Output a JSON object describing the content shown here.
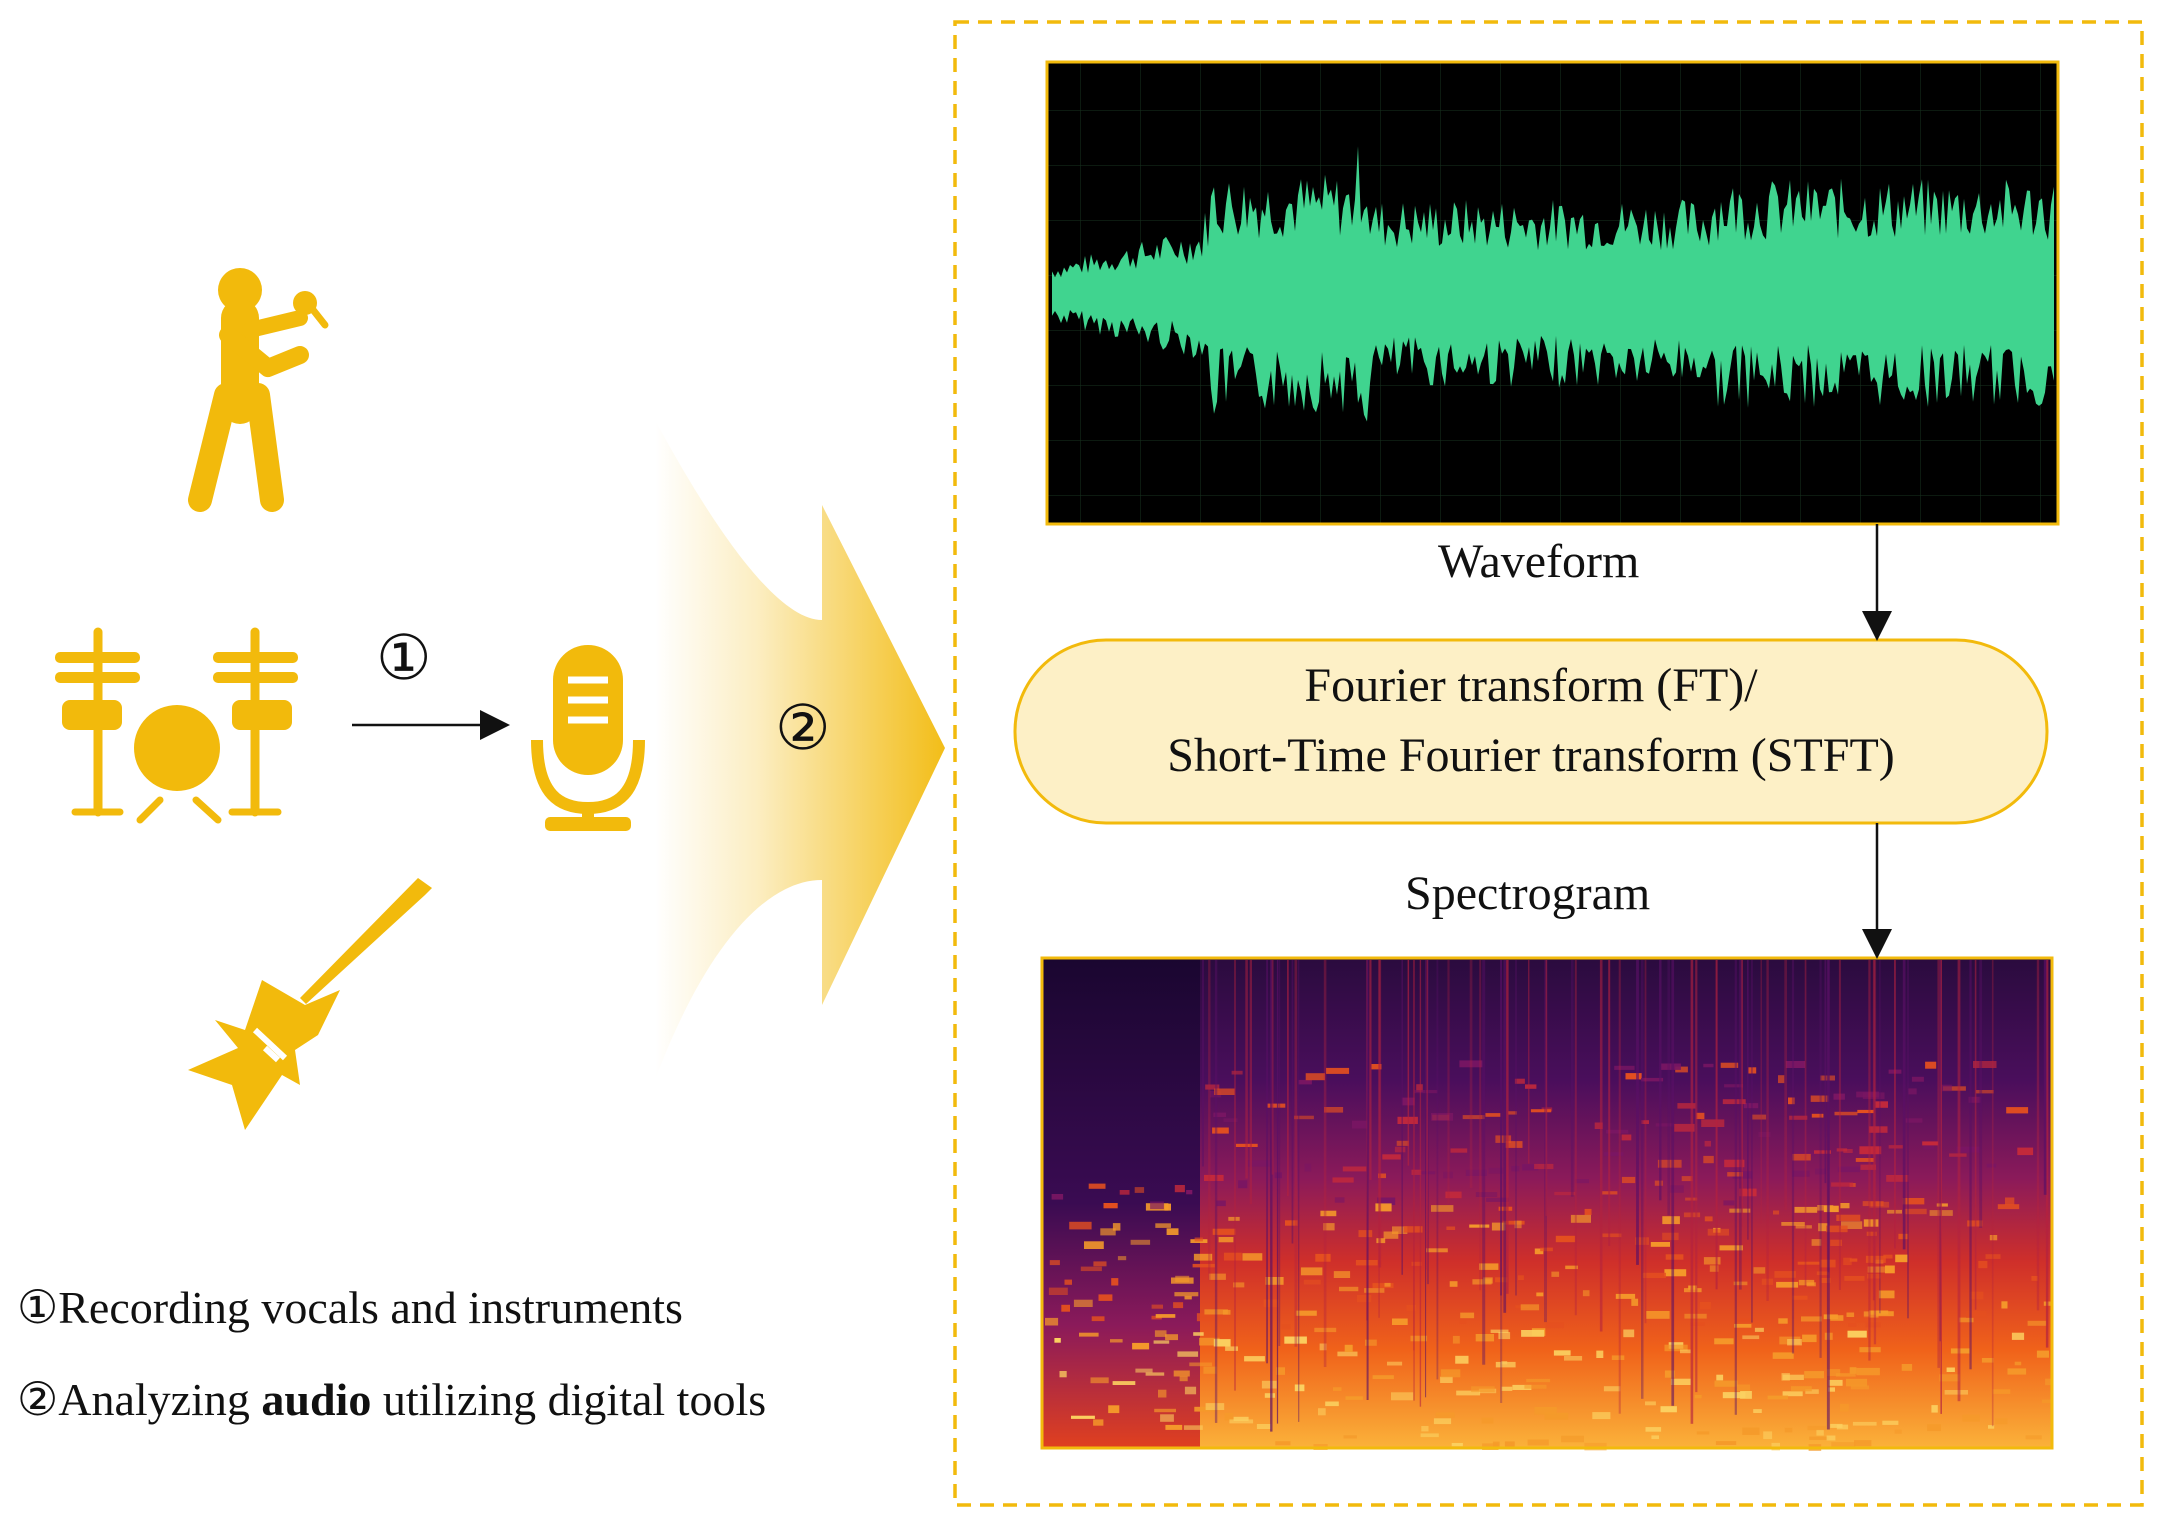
{
  "step1_marker": "①",
  "step2_marker": "②",
  "waveform_label": "Waveform",
  "transform_line1": "Fourier transform (FT)/",
  "transform_line2": "Short-Time Fourier transform (STFT)",
  "spectrogram_label": "Spectrogram",
  "legend": {
    "item1_marker": "①",
    "item1_text": "Recording vocals and instruments",
    "item2_marker": "②",
    "item2_pre": "Analyzing ",
    "item2_bold": "audio",
    "item2_post": " utilizing digital tools"
  },
  "colors": {
    "accent": "#F2BA0C",
    "waveform": "#40D48F",
    "transform_fill": "#FDF0C6",
    "dashed_border": "#F2BA0C"
  },
  "icons": [
    "singer-icon",
    "drum-kit-icon",
    "guitar-icon",
    "microphone-icon"
  ]
}
